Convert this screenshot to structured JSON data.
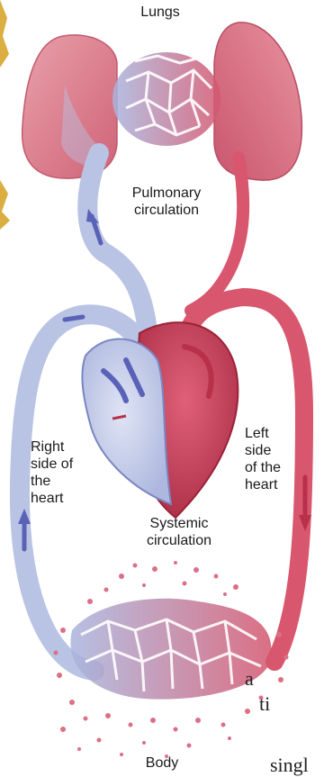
{
  "labels": {
    "lungs": "Lungs",
    "pulmonary_line1": "Pulmonary",
    "pulmonary_line2": "circulation",
    "right_heart_line1": "Right",
    "right_heart_line2": "side of",
    "right_heart_line3": "the",
    "right_heart_line4": "heart",
    "left_heart_line1": "Left",
    "left_heart_line2": "side",
    "left_heart_line3": "of the",
    "left_heart_line4": "heart",
    "systemic_line1": "Systemic",
    "systemic_line2": "circulation",
    "body": "Body"
  },
  "page_text_fragments": {
    "frag1": "a",
    "frag2": "ti",
    "frag3": "singl"
  },
  "colors": {
    "oxygenated": "#d8566e",
    "oxygenated_dark": "#b8304a",
    "deoxygenated": "#b9c3e3",
    "deoxygenated_dark": "#5a62b8",
    "lung_fill": "#e48a98",
    "tissue_dots": "#dc6f86",
    "left_edge_accent": "#d4a020"
  }
}
